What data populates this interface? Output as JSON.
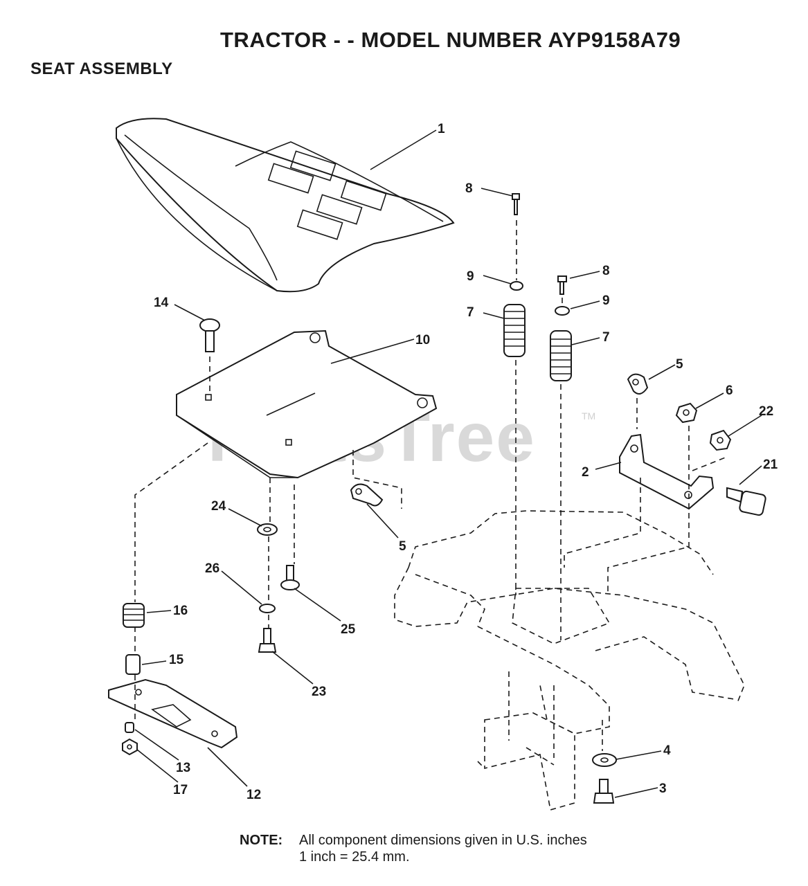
{
  "header": {
    "title": "TRACTOR - - MODEL NUMBER AYP9158A79",
    "subtitle": "SEAT ASSEMBLY"
  },
  "watermark": {
    "text": "PartsTree",
    "tm": "TM"
  },
  "callouts": {
    "c1": "1",
    "c2": "2",
    "c3": "3",
    "c4": "4",
    "c5a": "5",
    "c5b": "5",
    "c6": "6",
    "c7a": "7",
    "c7b": "7",
    "c8a": "8",
    "c8b": "8",
    "c9a": "9",
    "c9b": "9",
    "c10": "10",
    "c12": "12",
    "c13": "13",
    "c14": "14",
    "c15": "15",
    "c16": "16",
    "c17": "17",
    "c21": "21",
    "c22": "22",
    "c23": "23",
    "c24": "24",
    "c25": "25",
    "c26": "26"
  },
  "note": {
    "label": "NOTE:",
    "line1": "All component dimensions given in U.S. inches",
    "line2": "1 inch = 25.4 mm."
  }
}
